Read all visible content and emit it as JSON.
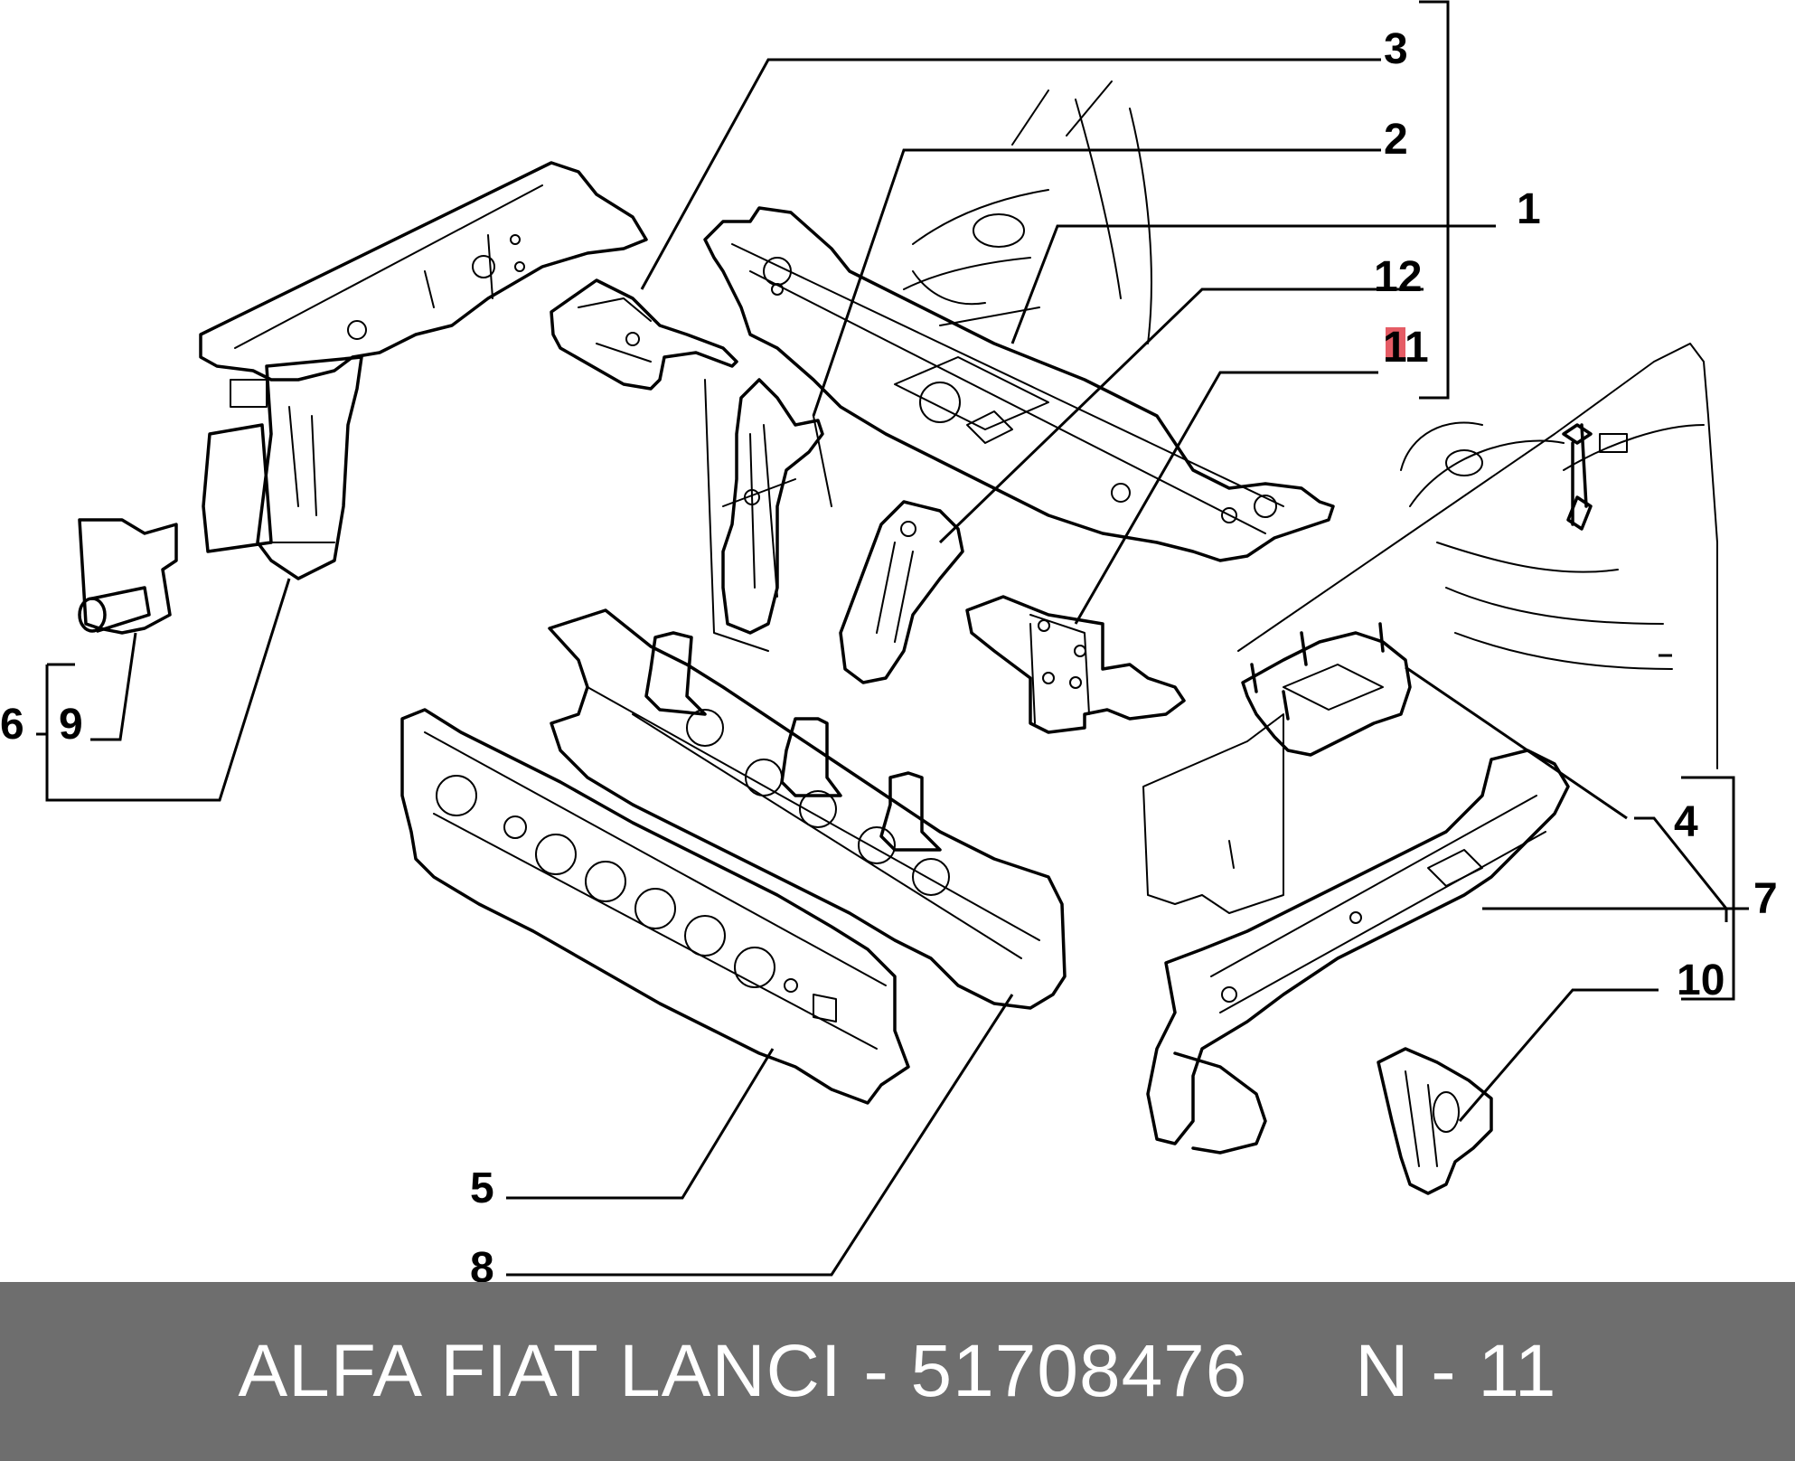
{
  "diagram": {
    "callouts": {
      "c1": "1",
      "c2": "2",
      "c3": "3",
      "c4": "4",
      "c5": "5",
      "c6": "6",
      "c7": "7",
      "c8": "8",
      "c9": "9",
      "c10": "10",
      "c11": "11",
      "c12": "12"
    },
    "highlighted_callout": "11",
    "highlight_color": "#e0404a"
  },
  "footer": {
    "text": "ALFA FIAT LANCI - 51708476     N - 11",
    "background": "#6e6e6e",
    "color": "#ffffff"
  }
}
